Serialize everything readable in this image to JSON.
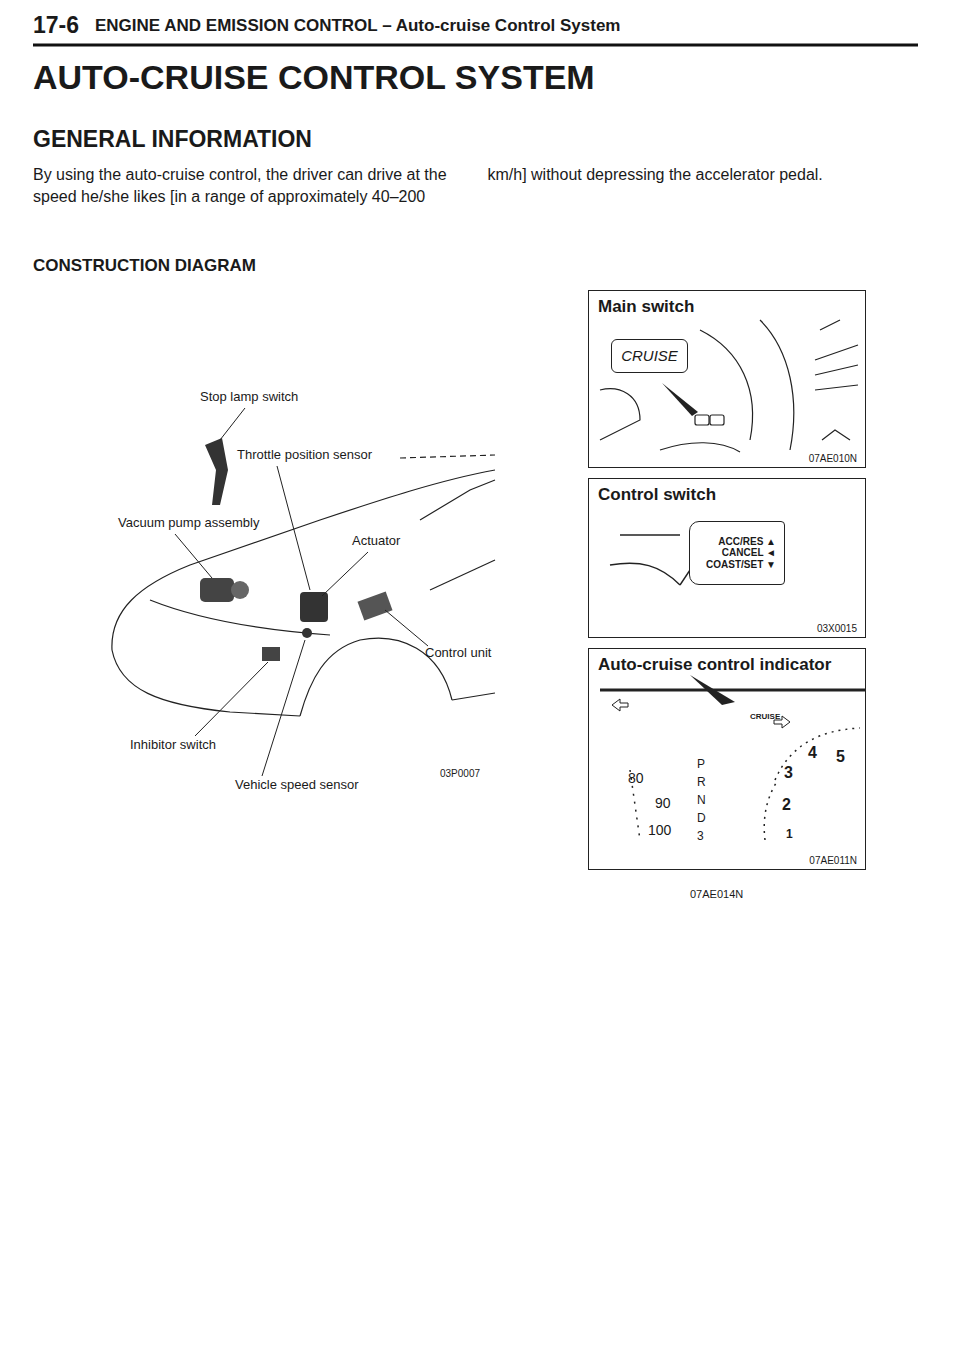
{
  "diagram": {
    "title": "AUTO-CRUISE CONTROL SYSTEM",
    "nodes": [
      {
        "text": [
          "Main switch",
          "07AE010N"
        ]
      },
      {
        "text": [
          "CRUISE"
        ],
        "in": 0
      },
      {
        "text": [
          "Control switch",
          "03X0015"
        ]
      },
      {
        "text": [
          "ACC/RES ▲",
          "CANCEL ◄",
          "COAST/SET ▼"
        ],
        "in": 2
      },
      {
        "text": [
          "Auto-cruise control indicator",
          "07AE011N"
        ]
      }
    ],
    "labels": [
      "17-6",
      "ENGINE AND EMISSION CONTROL – Auto-cruise Control System",
      "GENERAL INFORMATION",
      "By using the auto-cruise control, the driver can drive at the speed he/she likes [in a range of approximately 40–200 km/h] without depressing the accelerator pedal.",
      "CONSTRUCTION DIAGRAM",
      "Stop lamp switch",
      "Throttle position sensor",
      "Vacuum pump assembly",
      "Actuator",
      "Control unit",
      "Inhibitor switch",
      "Vehicle speed sensor",
      "03P0007",
      "CRUISE",
      "80",
      "90",
      "100",
      "P",
      "R",
      "N",
      "D",
      "3",
      "5",
      "4",
      "3",
      "2",
      "1",
      "07AE014N"
    ]
  }
}
